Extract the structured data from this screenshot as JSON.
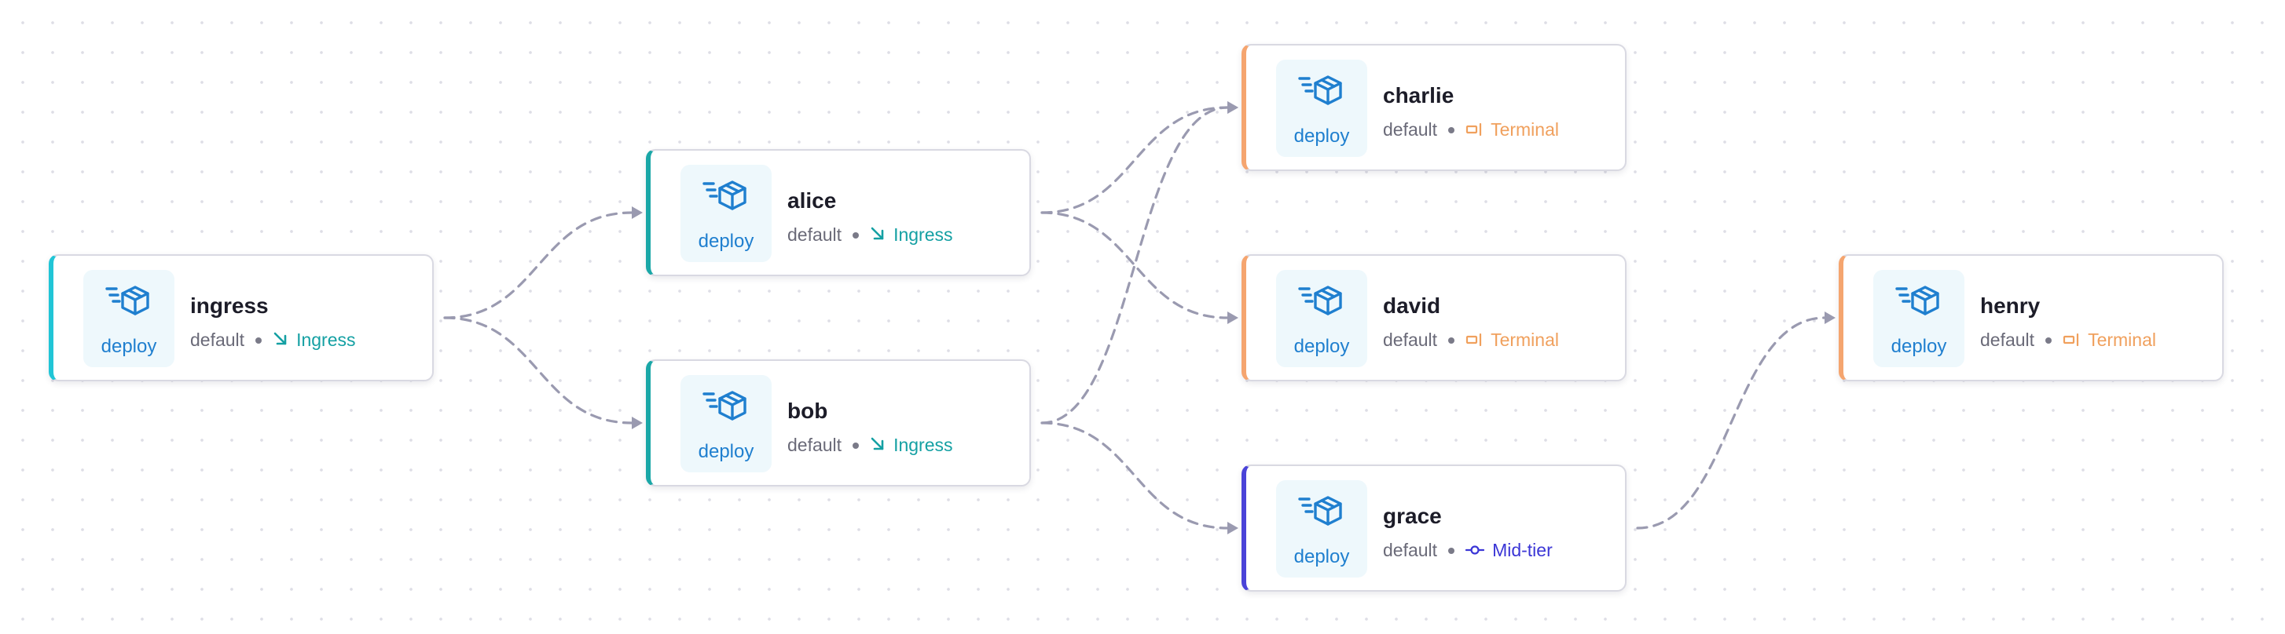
{
  "colors": {
    "ingress_accent": "#21c5d6",
    "ingress_badge": "#14a0a3",
    "terminal_badge": "#f0a05d",
    "midtier_badge": "#3b36d6",
    "icon_blue": "#1f7fcf",
    "edge": "#9a9ab0"
  },
  "nodes": [
    {
      "id": "ingress",
      "name": "ingress",
      "namespace": "default",
      "kind": "deploy",
      "icon": "deploy-box-icon",
      "role_label": "Ingress",
      "role_icon": "arrow-down-right-icon",
      "role": "ingress"
    },
    {
      "id": "alice",
      "name": "alice",
      "namespace": "default",
      "kind": "deploy",
      "icon": "deploy-box-icon",
      "role_label": "Ingress",
      "role_icon": "arrow-down-right-icon",
      "role": "ingress"
    },
    {
      "id": "bob",
      "name": "bob",
      "namespace": "default",
      "kind": "deploy",
      "icon": "deploy-box-icon",
      "role_label": "Ingress",
      "role_icon": "arrow-down-right-icon",
      "role": "ingress"
    },
    {
      "id": "charlie",
      "name": "charlie",
      "namespace": "default",
      "kind": "deploy",
      "icon": "deploy-box-icon",
      "role_label": "Terminal",
      "role_icon": "terminal-end-icon",
      "role": "terminal"
    },
    {
      "id": "david",
      "name": "david",
      "namespace": "default",
      "kind": "deploy",
      "icon": "deploy-box-icon",
      "role_label": "Terminal",
      "role_icon": "terminal-end-icon",
      "role": "terminal"
    },
    {
      "id": "grace",
      "name": "grace",
      "namespace": "default",
      "kind": "deploy",
      "icon": "deploy-box-icon",
      "role_label": "Mid-tier",
      "role_icon": "commit-node-icon",
      "role": "midtier"
    },
    {
      "id": "henry",
      "name": "henry",
      "namespace": "default",
      "kind": "deploy",
      "icon": "deploy-box-icon",
      "role_label": "Terminal",
      "role_icon": "terminal-end-icon",
      "role": "terminal"
    }
  ],
  "edges": [
    {
      "from": "ingress",
      "to": "alice"
    },
    {
      "from": "ingress",
      "to": "bob"
    },
    {
      "from": "alice",
      "to": "charlie"
    },
    {
      "from": "alice",
      "to": "david"
    },
    {
      "from": "bob",
      "to": "charlie"
    },
    {
      "from": "bob",
      "to": "grace"
    },
    {
      "from": "grace",
      "to": "henry"
    }
  ]
}
